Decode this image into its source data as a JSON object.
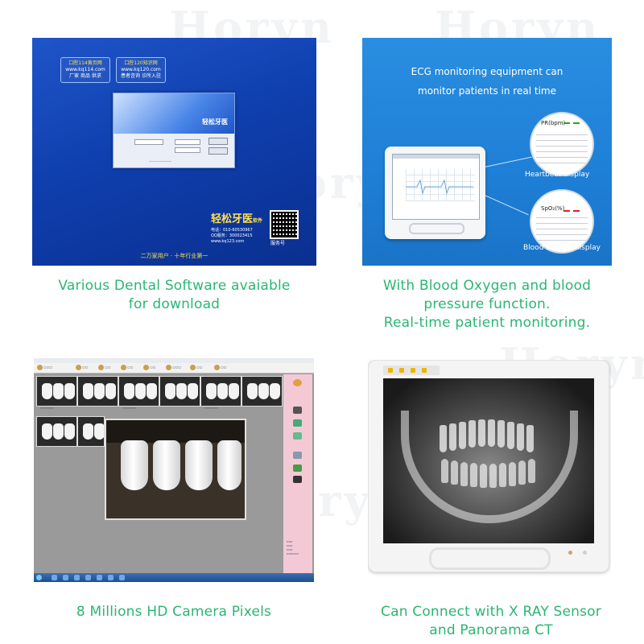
{
  "watermark": {
    "text": "Horyn"
  },
  "captions": {
    "panel1": [
      "Various Dental Software avaiable",
      "for download"
    ],
    "panel2": [
      "With Blood Oxygen and blood",
      "pressure function.",
      "Real-time patient monitoring."
    ],
    "panel3": [
      "8 Millions HD Camera Pixels"
    ],
    "panel4": [
      "Can Connect with X RAY Sensor",
      "and Panorama CT"
    ]
  },
  "software_panel": {
    "badge1": [
      "口腔114黄页网",
      "www.kq114.com",
      "厂家 商品 供求"
    ],
    "badge2": [
      "口腔120知识网",
      "www.kq120.com",
      "患者咨询 诊所入驻"
    ],
    "login_brand": "轻松牙医",
    "brand": "轻松牙医",
    "brand_suffix": "软件",
    "contact": [
      "电话：010-60530967",
      "QQ服务：300023415",
      "www.kq123.com"
    ],
    "qr_label": "服务号",
    "slogan": "二万家用户 · 十年行业第一"
  },
  "ecg_panel": {
    "title_lines": [
      "ECG monitoring equipment can",
      "monitor patients in real time"
    ],
    "heartbeat_label": "PR(bpm)",
    "heartbeat_caption": "Heartbeat display",
    "oxygen_label": "SpO₂(%)",
    "oxygen_caption": "Blood oxygen display"
  },
  "accent_colors": {
    "caption_green": "#2bb673",
    "software_blue": "#1f55c8",
    "ecg_blue": "#1e7fd6",
    "sidebar_pink": "#f4c9d6"
  }
}
